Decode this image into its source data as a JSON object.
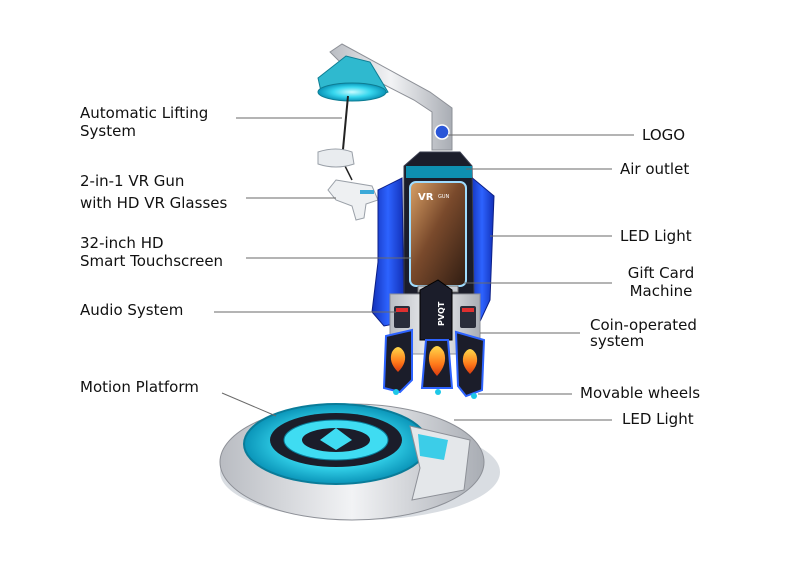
{
  "labels_left": {
    "lifting": [
      "Automatic Lifting",
      "System"
    ],
    "gun": [
      "2-in-1 VR Gun",
      "with HD VR Glasses"
    ],
    "screen": [
      "32-inch HD",
      "Smart Touchscreen"
    ],
    "audio": [
      "Audio System"
    ],
    "platform": [
      "Motion Platform"
    ]
  },
  "labels_right": {
    "logo": [
      "LOGO"
    ],
    "air": [
      "Air outlet"
    ],
    "led1": [
      "LED Light"
    ],
    "gift": [
      "Gift Card",
      "Machine"
    ],
    "coin": [
      "Coin-operated",
      "system"
    ],
    "wheels": [
      "Movable wheels"
    ],
    "led2": [
      "LED Light"
    ]
  },
  "screen_text": {
    "vr": "VR",
    "sub": "GUN",
    "brand": "PVQT"
  },
  "colors": {
    "accent": "#1ec8e8",
    "blue": "#1a3fd0",
    "dark": "#1b1d2a",
    "silver": "#d6d8dc",
    "line": "#6a6a6a"
  }
}
